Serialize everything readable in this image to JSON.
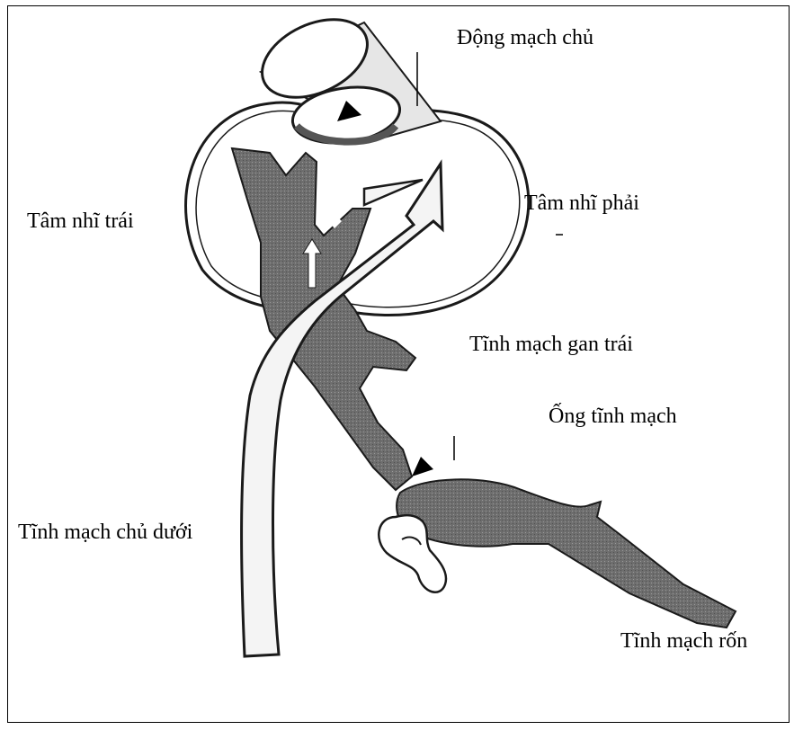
{
  "labels": {
    "aorta": "Động mạch chủ",
    "left_atrium": "Tâm nhĩ trái",
    "right_atrium": "Tâm nhĩ phải",
    "left_hepatic_vein": "Tĩnh mạch gan trái",
    "ductus_venosus": "Ống tĩnh mạch",
    "inferior_vena_cava": "Tĩnh mạch chủ dưới",
    "umbilical_vein": "Tĩnh mạch rốn"
  },
  "colors": {
    "dark_vessel": "#6b6b6b",
    "light_vessel": "#f4f4f4",
    "outline": "#1a1a1a",
    "aorta_fill": "#e6e6e6"
  }
}
